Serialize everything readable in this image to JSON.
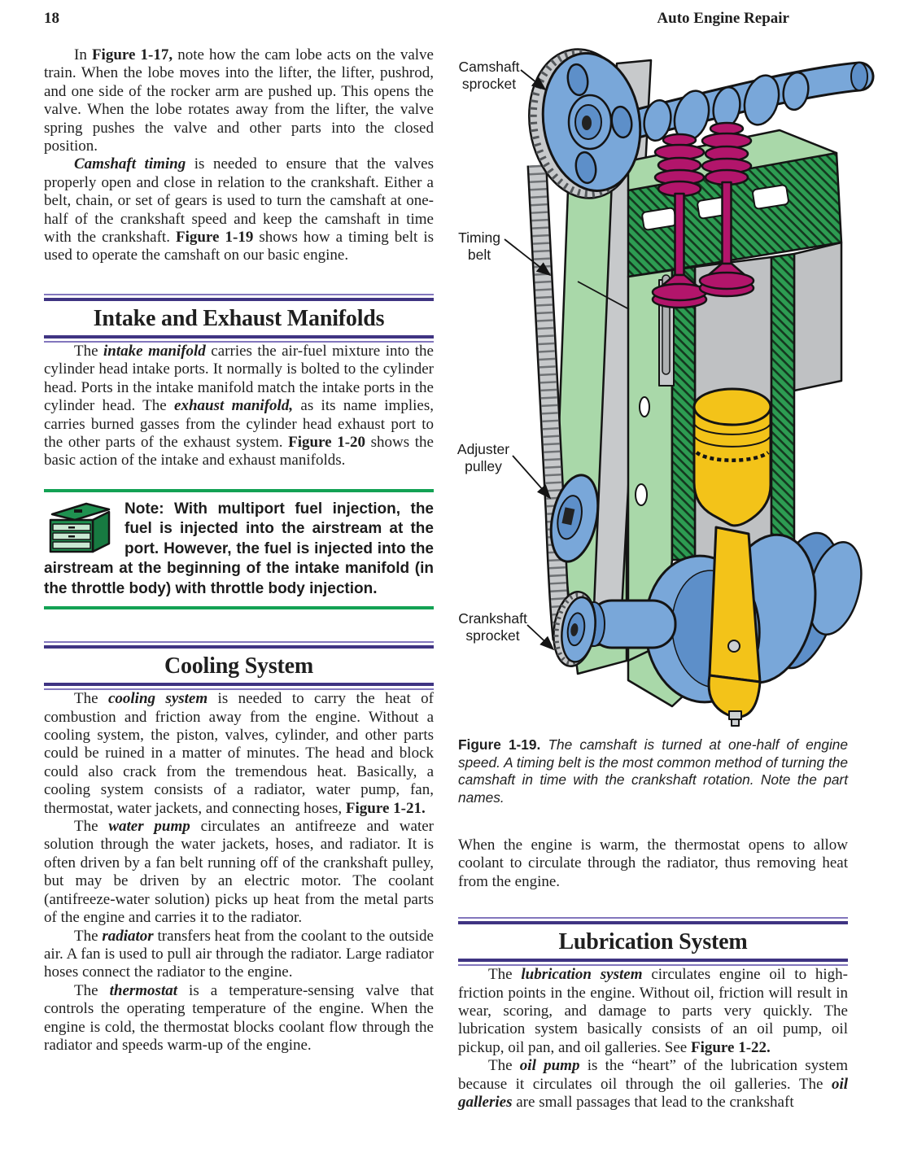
{
  "header": {
    "page_number": "18",
    "running_title": "Auto Engine Repair"
  },
  "colors": {
    "text": "#1f1f1f",
    "rule_purple_dark": "#3f3482",
    "rule_purple_light": "#8276bd",
    "note_green": "#13a254",
    "toolbox_green": "#1f9150",
    "toolbox_green_dark": "#177a41",
    "toolbox_light": "#c9e8d2",
    "figure_blue": "#79a7d9",
    "figure_blue_shade": "#5d8fc9",
    "figure_light_green": "#a9d8a9",
    "figure_dark_green": "#2d9c52",
    "figure_magenta": "#b2156b",
    "figure_yellow": "#f3c319",
    "figure_gray": "#bfc1c3",
    "figure_belt_gray": "#c7c9cb"
  },
  "left_column": {
    "paragraph_cam_lobe": [
      {
        "t": "In ",
        "s": ""
      },
      {
        "t": "Figure 1-17,",
        "s": "b"
      },
      {
        "t": " note how the cam lobe acts on the valve train. When the lobe moves into the lifter, the lifter, pushrod, and one side of the rocker arm are pushed up. This opens the valve. When the lobe rotates away from the lifter, the valve spring pushes the valve and other parts into the closed position.",
        "s": ""
      }
    ],
    "paragraph_camshaft_timing": [
      {
        "t": "Camshaft timing",
        "s": "bi"
      },
      {
        "t": " is needed to ensure that the valves properly open and close in relation to the crankshaft. Either a belt, chain, or set of gears is used to turn the camshaft at one-half of the crankshaft speed and keep the camshaft in time with the crankshaft. ",
        "s": ""
      },
      {
        "t": "Figure 1-19",
        "s": "b"
      },
      {
        "t": " shows how a timing belt is used to operate the camshaft on our basic engine.",
        "s": ""
      }
    ],
    "heading_intake": "Intake and Exhaust Manifolds",
    "paragraph_intake": [
      {
        "t": "The ",
        "s": ""
      },
      {
        "t": "intake manifold",
        "s": "bi"
      },
      {
        "t": " carries the air-fuel mixture into the cylinder head intake ports. It normally is bolted to the cylinder head. Ports in the intake manifold match the intake ports in the cylinder head. The ",
        "s": ""
      },
      {
        "t": "exhaust manifold,",
        "s": "bi"
      },
      {
        "t": " as its name implies, carries burned gasses from the cylinder head exhaust port to the other parts of the exhaust system. ",
        "s": ""
      },
      {
        "t": "Figure 1-20",
        "s": "b"
      },
      {
        "t": " shows the basic action of the intake and exhaust manifolds.",
        "s": ""
      }
    ],
    "note": [
      {
        "t": "Note: With multiport fuel injection, the fuel is injected into the airstream at the port. However, the fuel is injected into the airstream at the beginning of the intake manifold (in the throttle body) with throttle body injection.",
        "s": "b"
      }
    ],
    "heading_cooling": "Cooling System",
    "paragraph_cooling": [
      {
        "t": "The ",
        "s": ""
      },
      {
        "t": "cooling system",
        "s": "bi"
      },
      {
        "t": " is needed to carry the heat of combustion and friction away from the engine. Without a cooling system, the piston, valves, cylinder, and other parts could be ruined in a matter of minutes. The head and block could also crack from the tremendous heat. Basically, a cooling system consists of a radiator, water pump, fan, thermostat, water jackets, and connecting hoses, ",
        "s": ""
      },
      {
        "t": "Figure 1-21.",
        "s": "b"
      }
    ],
    "paragraph_water_pump": [
      {
        "t": "The ",
        "s": ""
      },
      {
        "t": "water pump",
        "s": "bi"
      },
      {
        "t": " circulates an antifreeze and water solution through the water jackets, hoses, and radiator. It is often driven by a fan belt running off of the crankshaft pulley, but may be driven by an electric motor. The coolant (antifreeze-water solution) picks up heat from the metal parts of the engine and carries it to the radiator.",
        "s": ""
      }
    ],
    "paragraph_radiator": [
      {
        "t": "The ",
        "s": ""
      },
      {
        "t": "radiator",
        "s": "bi"
      },
      {
        "t": " transfers heat from the coolant to the outside air. A fan is used to pull air through the radiator. Large radiator hoses connect the radiator to the engine.",
        "s": ""
      }
    ],
    "paragraph_thermostat": [
      {
        "t": "The ",
        "s": ""
      },
      {
        "t": "thermostat",
        "s": "bi"
      },
      {
        "t": " is a temperature-sensing valve that controls the operating temperature of the engine. When the engine is cold, the thermostat blocks coolant flow through the radiator and speeds warm-up of the engine.",
        "s": ""
      }
    ]
  },
  "figure": {
    "labels": {
      "camshaft_sprocket": "Camshaft sprocket",
      "timing_belt": "Timing belt",
      "adjuster_pulley": "Adjuster pulley",
      "crankshaft_sprocket": "Crankshaft sprocket"
    },
    "caption": [
      {
        "t": "Figure 1-19.",
        "s": "b"
      },
      {
        "t": " The camshaft is turned at one-half of engine speed. A timing belt is the most common method of turning the camshaft in time with the crankshaft rotation. Note the part names.",
        "s": "i"
      }
    ]
  },
  "right_column": {
    "paragraph_thermostat_warm": [
      {
        "t": "When the engine is warm, the thermostat opens to allow coolant to circulate through the radiator, thus removing heat from the engine.",
        "s": ""
      }
    ],
    "heading_lubrication": "Lubrication System",
    "paragraph_lubrication": [
      {
        "t": "The ",
        "s": ""
      },
      {
        "t": "lubrication system",
        "s": "bi"
      },
      {
        "t": " circulates engine oil to high-friction points in the engine. Without oil, friction will result in wear, scoring, and damage to parts very quickly. The lubrication system basically consists of an oil pump, oil pickup, oil pan, and oil galleries. See ",
        "s": ""
      },
      {
        "t": "Figure 1-22.",
        "s": "b"
      }
    ],
    "paragraph_oil_pump": [
      {
        "t": "The ",
        "s": ""
      },
      {
        "t": "oil pump",
        "s": "bi"
      },
      {
        "t": " is the “heart” of the lubrication system because it circulates oil through the oil galleries. The ",
        "s": ""
      },
      {
        "t": "oil galleries",
        "s": "bi"
      },
      {
        "t": " are small passages that lead to the crankshaft",
        "s": ""
      }
    ]
  }
}
